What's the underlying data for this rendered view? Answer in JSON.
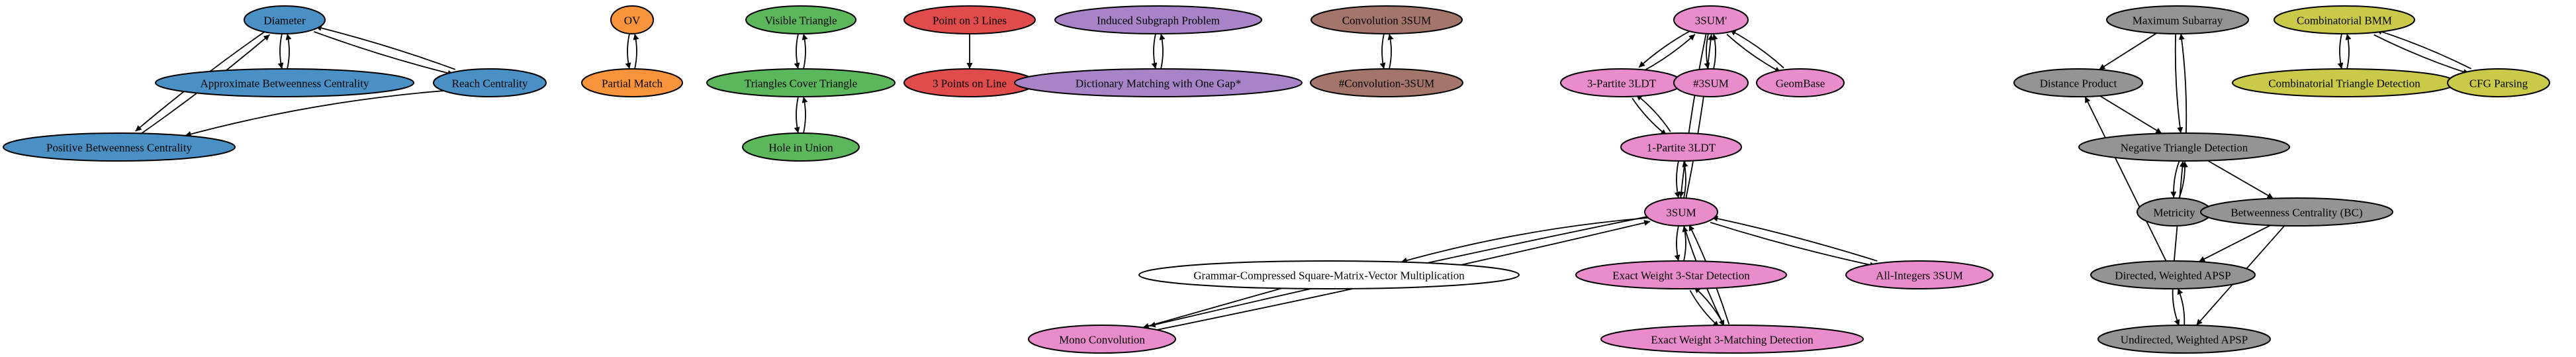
{
  "colors": {
    "blue": "#4a90c4",
    "orange": "#f7943c",
    "green": "#5cb65c",
    "red": "#e04c4c",
    "lavender": "#a883c7",
    "brown": "#a3756b",
    "pink": "#e88ccc",
    "gray": "#949494",
    "olive": "#c9c94a",
    "white": "#ffffff",
    "edge": "#000000"
  },
  "nodes": [
    {
      "id": "diameter",
      "label": "Diameter",
      "color": "blue"
    },
    {
      "id": "approx_bc",
      "label": "Approximate Betweenness Centrality",
      "color": "blue"
    },
    {
      "id": "reach",
      "label": "Reach Centrality",
      "color": "blue"
    },
    {
      "id": "pos_bc",
      "label": "Positive Betweenness Centrality",
      "color": "blue"
    },
    {
      "id": "ov",
      "label": "OV",
      "color": "orange"
    },
    {
      "id": "partial",
      "label": "Partial Match",
      "color": "orange"
    },
    {
      "id": "visible",
      "label": "Visible Triangle",
      "color": "green"
    },
    {
      "id": "tri_cover",
      "label": "Triangles Cover Triangle",
      "color": "green"
    },
    {
      "id": "hole",
      "label": "Hole in Union",
      "color": "green"
    },
    {
      "id": "point3",
      "label": "Point on 3 Lines",
      "color": "red"
    },
    {
      "id": "three_points",
      "label": "3 Points on Line",
      "color": "red"
    },
    {
      "id": "induced",
      "label": "Induced Subgraph Problem",
      "color": "lavender"
    },
    {
      "id": "dict",
      "label": "Dictionary Matching with One Gap*",
      "color": "lavender"
    },
    {
      "id": "conv3sum",
      "label": "Convolution 3SUM",
      "color": "brown"
    },
    {
      "id": "sharp_conv",
      "label": "#Convolution-3SUM",
      "color": "brown"
    },
    {
      "id": "sum3p",
      "label": "3SUM'",
      "color": "pink"
    },
    {
      "id": "ldt3p",
      "label": "3-Partite 3LDT",
      "color": "pink"
    },
    {
      "id": "sharp3sum",
      "label": "#3SUM",
      "color": "pink"
    },
    {
      "id": "geombase",
      "label": "GeomBase",
      "color": "pink"
    },
    {
      "id": "ldt1p",
      "label": "1-Partite 3LDT",
      "color": "pink"
    },
    {
      "id": "sum3",
      "label": "3SUM",
      "color": "pink"
    },
    {
      "id": "gcsmv",
      "label": "Grammar-Compressed Square-Matrix-Vector Multiplication",
      "color": "white"
    },
    {
      "id": "ew3star",
      "label": "Exact Weight 3-Star Detection",
      "color": "pink"
    },
    {
      "id": "allint",
      "label": "All-Integers 3SUM",
      "color": "pink"
    },
    {
      "id": "monoconv",
      "label": "Mono Convolution",
      "color": "pink"
    },
    {
      "id": "ew3match",
      "label": "Exact Weight 3-Matching Detection",
      "color": "pink"
    },
    {
      "id": "maxsub",
      "label": "Maximum Subarray",
      "color": "gray"
    },
    {
      "id": "distprod",
      "label": "Distance Product",
      "color": "gray"
    },
    {
      "id": "negtri",
      "label": "Negative Triangle Detection",
      "color": "gray"
    },
    {
      "id": "metricity",
      "label": "Metricity",
      "color": "gray"
    },
    {
      "id": "bc",
      "label": "Betweenness Centrality (BC)",
      "color": "gray"
    },
    {
      "id": "dirapsp",
      "label": "Directed, Weighted APSP",
      "color": "gray"
    },
    {
      "id": "undirapsp",
      "label": "Undirected, Weighted APSP",
      "color": "gray"
    },
    {
      "id": "combbmm",
      "label": "Combinatorial BMM",
      "color": "olive"
    },
    {
      "id": "combtri",
      "label": "Combinatorial Triangle Detection",
      "color": "olive"
    },
    {
      "id": "cfg",
      "label": "CFG Parsing",
      "color": "olive"
    }
  ],
  "edges": [
    {
      "from": "diameter",
      "to": "approx_bc"
    },
    {
      "from": "approx_bc",
      "to": "diameter"
    },
    {
      "from": "diameter",
      "to": "reach"
    },
    {
      "from": "reach",
      "to": "diameter"
    },
    {
      "from": "diameter",
      "to": "pos_bc"
    },
    {
      "from": "pos_bc",
      "to": "diameter"
    },
    {
      "from": "reach",
      "to": "pos_bc"
    },
    {
      "from": "ov",
      "to": "partial"
    },
    {
      "from": "partial",
      "to": "ov"
    },
    {
      "from": "visible",
      "to": "tri_cover"
    },
    {
      "from": "tri_cover",
      "to": "visible"
    },
    {
      "from": "tri_cover",
      "to": "hole"
    },
    {
      "from": "hole",
      "to": "tri_cover"
    },
    {
      "from": "point3",
      "to": "three_points"
    },
    {
      "from": "induced",
      "to": "dict"
    },
    {
      "from": "dict",
      "to": "induced"
    },
    {
      "from": "conv3sum",
      "to": "sharp_conv"
    },
    {
      "from": "sharp_conv",
      "to": "conv3sum"
    },
    {
      "from": "sum3p",
      "to": "ldt3p"
    },
    {
      "from": "ldt3p",
      "to": "sum3p"
    },
    {
      "from": "sum3p",
      "to": "sharp3sum"
    },
    {
      "from": "sharp3sum",
      "to": "sum3p"
    },
    {
      "from": "sum3p",
      "to": "geombase"
    },
    {
      "from": "geombase",
      "to": "sum3p"
    },
    {
      "from": "sum3p",
      "to": "sum3"
    },
    {
      "from": "sum3",
      "to": "sum3p"
    },
    {
      "from": "ldt3p",
      "to": "ldt1p"
    },
    {
      "from": "ldt1p",
      "to": "ldt3p"
    },
    {
      "from": "ldt1p",
      "to": "sum3"
    },
    {
      "from": "sum3",
      "to": "ldt1p"
    },
    {
      "from": "sum3",
      "to": "gcsmv"
    },
    {
      "from": "gcsmv",
      "to": "monoconv"
    },
    {
      "from": "sum3",
      "to": "monoconv"
    },
    {
      "from": "monoconv",
      "to": "sum3"
    },
    {
      "from": "sum3",
      "to": "ew3star"
    },
    {
      "from": "ew3star",
      "to": "sum3"
    },
    {
      "from": "ew3star",
      "to": "ew3match"
    },
    {
      "from": "ew3match",
      "to": "ew3star"
    },
    {
      "from": "sum3",
      "to": "ew3match"
    },
    {
      "from": "ew3match",
      "to": "sum3"
    },
    {
      "from": "sum3",
      "to": "allint"
    },
    {
      "from": "allint",
      "to": "sum3"
    },
    {
      "from": "maxsub",
      "to": "distprod"
    },
    {
      "from": "maxsub",
      "to": "negtri"
    },
    {
      "from": "negtri",
      "to": "maxsub"
    },
    {
      "from": "distprod",
      "to": "negtri"
    },
    {
      "from": "negtri",
      "to": "metricity"
    },
    {
      "from": "metricity",
      "to": "negtri"
    },
    {
      "from": "negtri",
      "to": "bc"
    },
    {
      "from": "bc",
      "to": "dirapsp"
    },
    {
      "from": "bc",
      "to": "undirapsp"
    },
    {
      "from": "dirapsp",
      "to": "distprod"
    },
    {
      "from": "dirapsp",
      "to": "negtri"
    },
    {
      "from": "dirapsp",
      "to": "undirapsp"
    },
    {
      "from": "undirapsp",
      "to": "dirapsp"
    },
    {
      "from": "combbmm",
      "to": "combtri"
    },
    {
      "from": "combtri",
      "to": "combbmm"
    },
    {
      "from": "combbmm",
      "to": "cfg"
    },
    {
      "from": "cfg",
      "to": "combbmm"
    }
  ]
}
